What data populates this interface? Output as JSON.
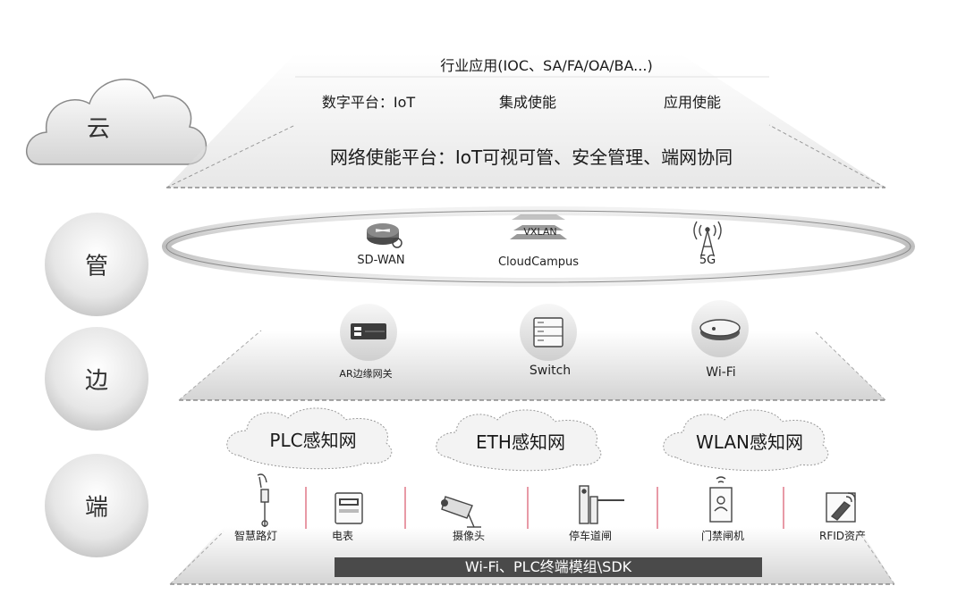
{
  "side_labels": {
    "cloud": "云",
    "pipe": "管",
    "edge": "边",
    "end": "端"
  },
  "cloud_layer": {
    "industry_apps": "行业应用(IOC、SA/FA/OA/BA...)",
    "digital_platform": "数字平台：IoT",
    "integration": "集成使能",
    "application": "应用使能",
    "network_platform": "网络使能平台：IoT可视可管、安全管理、端网协同"
  },
  "pipe_layer": {
    "sdwan": {
      "label": "SD-WAN",
      "icon": "router-icon"
    },
    "vxlan": {
      "tag": "VXLAN",
      "label": "CloudCampus",
      "icon": "stack-icon"
    },
    "fiveg": {
      "label": "5G",
      "icon": "antenna-icon"
    }
  },
  "edge_layer": {
    "ar": {
      "label": "AR边缘网关",
      "icon": "gateway-icon"
    },
    "switch": {
      "label": "Switch",
      "icon": "switch-icon"
    },
    "wifi": {
      "label": "Wi-Fi",
      "icon": "access-point-icon"
    }
  },
  "sensing_networks": [
    "PLC感知网",
    "ETH感知网",
    "WLAN感知网"
  ],
  "devices": [
    {
      "label": "智慧路灯",
      "icon": "streetlight-icon"
    },
    {
      "label": "电表",
      "icon": "meter-icon"
    },
    {
      "label": "摄像头",
      "icon": "camera-icon"
    },
    {
      "label": "停车道闸",
      "icon": "barrier-gate-icon"
    },
    {
      "label": "门禁闸机",
      "icon": "access-control-icon"
    },
    {
      "label": "RFID资产",
      "icon": "rfid-tag-icon"
    }
  ],
  "bottom_bar": "Wi-Fi、PLC终端模组\\SDK",
  "colors": {
    "accent_red": "#c8102e",
    "bar": "#4a4a4a",
    "stroke": "#6b6b6b"
  }
}
